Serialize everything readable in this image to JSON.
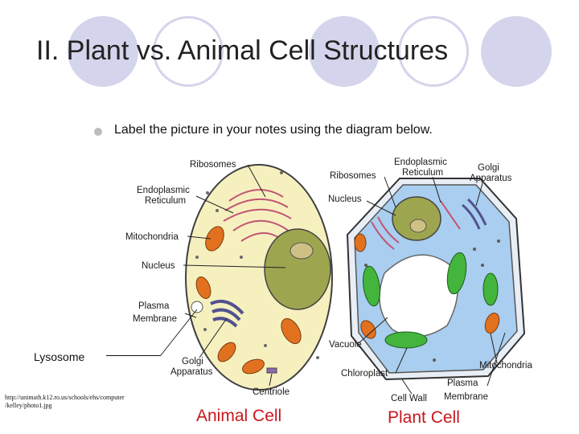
{
  "slide": {
    "title": "II. Plant vs. Animal Cell Structures",
    "bullet": "Label the picture in your notes using the diagram below.",
    "side_label": "Lysosome",
    "source_line1": "http://unimath.k12.ro.us/schools/ehs/computer",
    "source_line2": "/kelley/photo1.jpg"
  },
  "animal_cell": {
    "caption": "Animal Cell",
    "labels": {
      "ribosomes": "Ribosomes",
      "er_line1": "Endoplasmic",
      "er_line2": "Reticulum",
      "mitochondria": "Mitochondria",
      "nucleus": "Nucleus",
      "plasma_line1": "Plasma",
      "plasma_line2": "Membrane",
      "golgi_line1": "Golgi",
      "golgi_line2": "Apparatus",
      "centriole": "Centriole"
    }
  },
  "plant_cell": {
    "caption": "Plant Cell",
    "labels": {
      "ribosomes": "Ribosomes",
      "er_line1": "Endoplasmic",
      "er_line2": "Reticulum",
      "golgi_line1": "Golgi",
      "golgi_line2": "Apparatus",
      "nucleus": "Nucleus",
      "vacuole": "Vacuole",
      "chloroplast": "Chloroplast",
      "mitochondria": "Mitochondria",
      "plasma_line1": "Plasma",
      "plasma_line2": "Membrane",
      "cell_wall": "Cell Wall"
    }
  },
  "colors": {
    "decor_circle": "#d4d4ec",
    "caption_red": "#c8161d",
    "animal_cytoplasm": "#f6f0bf",
    "plant_cytoplasm": "#a9ceef",
    "plant_wall": "#e9eef6",
    "nucleus": "#9ea54f",
    "mitochondria": "#e2711f",
    "chloroplast": "#43b43c",
    "golgi": "#51528e",
    "er": "#c25573"
  }
}
